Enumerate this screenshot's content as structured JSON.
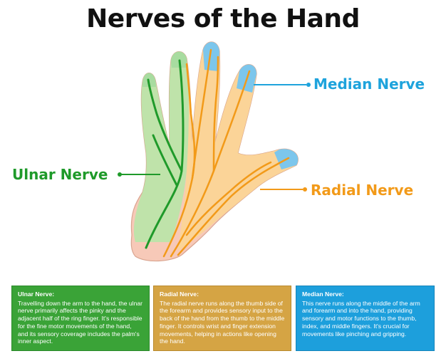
{
  "title": "Nerves of the Hand",
  "labels": {
    "median": "Median Nerve",
    "ulnar": "Ulnar Nerve",
    "radial": "Radial Nerve"
  },
  "colors": {
    "ulnar": "#1f9a2a",
    "radial": "#f29a19",
    "median": "#1ea3dc",
    "skin": "#f7c9b8"
  },
  "info": {
    "ulnar": {
      "heading": "Ulnar Nerve:",
      "text": "Travelling down the arm to the hand, the ulnar nerve primarily affects the pinky and the adjacent half of the ring finger. It's responsible for the fine motor movements of the hand, and its sensory coverage includes the palm's inner aspect."
    },
    "radial": {
      "heading": "Radial Nerve:",
      "text": "The radial nerve runs along the thumb side of the forearm and provides sensory input to the back of the hand from the thumb to the middle finger. It controls wrist and finger extension movements, helping in actions like opening the hand."
    },
    "median": {
      "heading": "Median Nerve:",
      "text": "This nerve runs along the middle of the arm and forearm and into the hand, providing sensory and motor functions to the thumb, index, and middle fingers. It's crucial for movements like pinching and gripping."
    }
  }
}
